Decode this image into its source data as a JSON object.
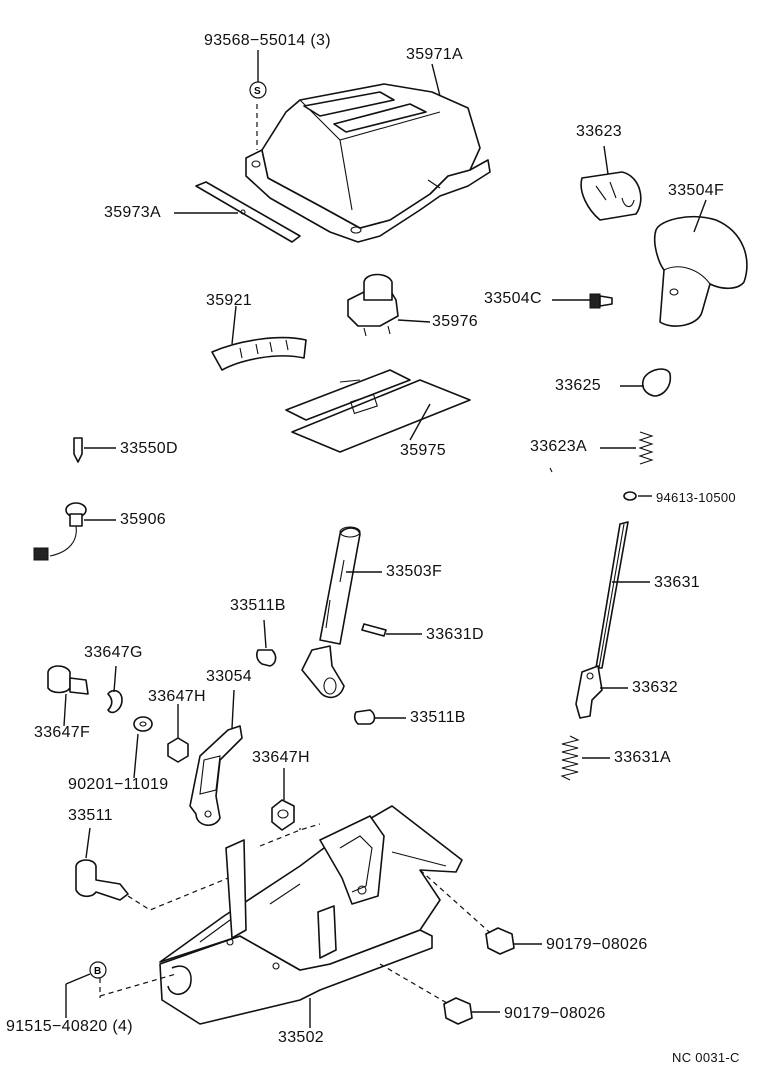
{
  "parts": {
    "p93568": "93568−55014 (3)",
    "p35971A": "35971A",
    "p33623": "33623",
    "p33504F": "33504F",
    "p35973A": "35973A",
    "p35921": "35921",
    "p33504C": "33504C",
    "p35976": "35976",
    "p33625": "33625",
    "p33623A": "33623A",
    "p35975": "35975",
    "p33550D": "33550D",
    "p94613": "94613-10500",
    "p35906": "35906",
    "p33631": "33631",
    "p33503F": "33503F",
    "p33511B_top": "33511B",
    "p33631D": "33631D",
    "p33647G": "33647G",
    "p33054": "33054",
    "p33632": "33632",
    "p33647H_left": "33647H",
    "p33511B_mid": "33511B",
    "p33647F": "33647F",
    "p33631A": "33631A",
    "p90201": "90201−11019",
    "p33647H_mid": "33647H",
    "p33511": "33511",
    "p90179_a": "90179−08026",
    "p91515": "91515−40820 (4)",
    "p90179_b": "90179−08026",
    "p33502": "33502"
  },
  "tags": {
    "s": "S",
    "b": "B"
  },
  "caption": "NC 0031-C"
}
